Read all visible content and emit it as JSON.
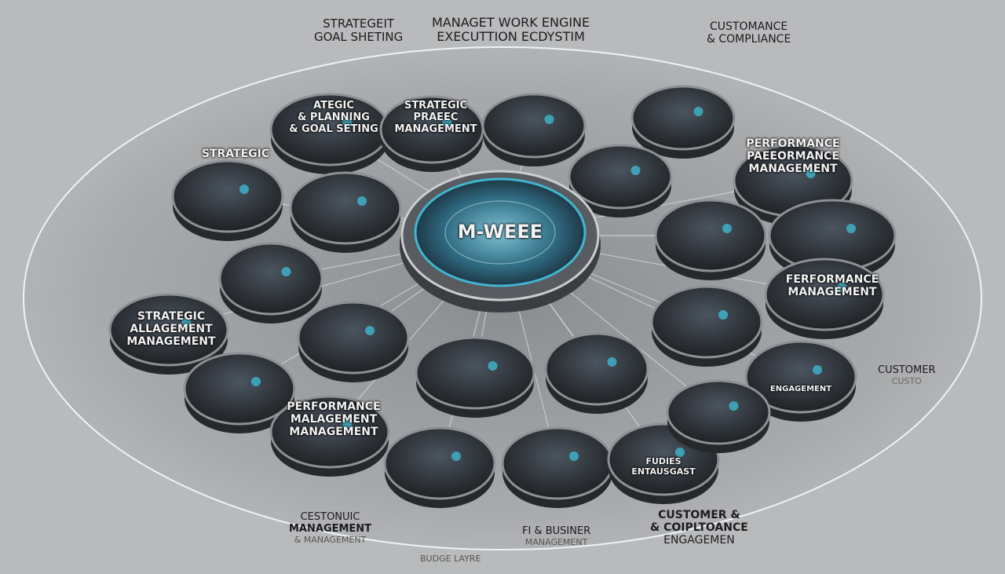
{
  "header": {
    "left_title": [
      "STRATEGEIT",
      "GOAL SHETING"
    ],
    "main_title": [
      "MANAGET WORK ENGINE",
      "EXECUTTION ECDYSTIM"
    ],
    "right_title": [
      "CUSTOMANCE",
      "& COMPLIANCE"
    ]
  },
  "hub": {
    "label": "M-WEEE",
    "accent": "#3fb6d0"
  },
  "nodes": [
    {
      "id": "strategic-planning",
      "label": [
        "ATEGIC",
        "& PLANNING",
        "& GOAL SETING"
      ]
    },
    {
      "id": "strategic-project",
      "label": [
        "STRATEGIC",
        "PRAEEC",
        "MANAGEMENT"
      ]
    },
    {
      "id": "strategic",
      "label": [
        "STRATEGIC"
      ]
    },
    {
      "id": "performance-top",
      "label": [
        "PERFORMANCE",
        "PAEEORMANCE",
        "MANAGEMENT"
      ]
    },
    {
      "id": "performance-right",
      "label": [
        "FERFORMANCE",
        "MANAGEMENT"
      ]
    },
    {
      "id": "strategic-allagement",
      "label": [
        "STRATEGIC",
        "ALLAGEMENT",
        "MANAGEMENT"
      ]
    },
    {
      "id": "performance-bottom",
      "label": [
        "PERFORMANCE",
        "MALAGEMENT",
        "MANAGEMENT"
      ]
    },
    {
      "id": "engagement",
      "label": [
        "ENGAGEMENT"
      ]
    },
    {
      "id": "fudies",
      "label": [
        "FUDIES",
        "ENTAUSGAST"
      ]
    }
  ],
  "floating_labels": {
    "customer_right": "CUSTOMER",
    "customer_right_sub": "CUSTO",
    "bottom_left": [
      "CESTONUIC",
      "MANAGEMENT",
      "& MANAGEMENT"
    ],
    "bottom_budget": "BUDGE LAYRE",
    "bottom_business": [
      "FI    & BUSINER",
      "MANAGEMENT"
    ],
    "bottom_right": [
      "CUSTOMER &",
      "& COIPLTOANCE",
      "ENGAGEMEN"
    ]
  },
  "colors": {
    "background": "#b9babb",
    "disc": "#2c2e31",
    "disc_rim": "#8d9094",
    "accent": "#3fb6d0",
    "ring": "#eef3f5"
  }
}
